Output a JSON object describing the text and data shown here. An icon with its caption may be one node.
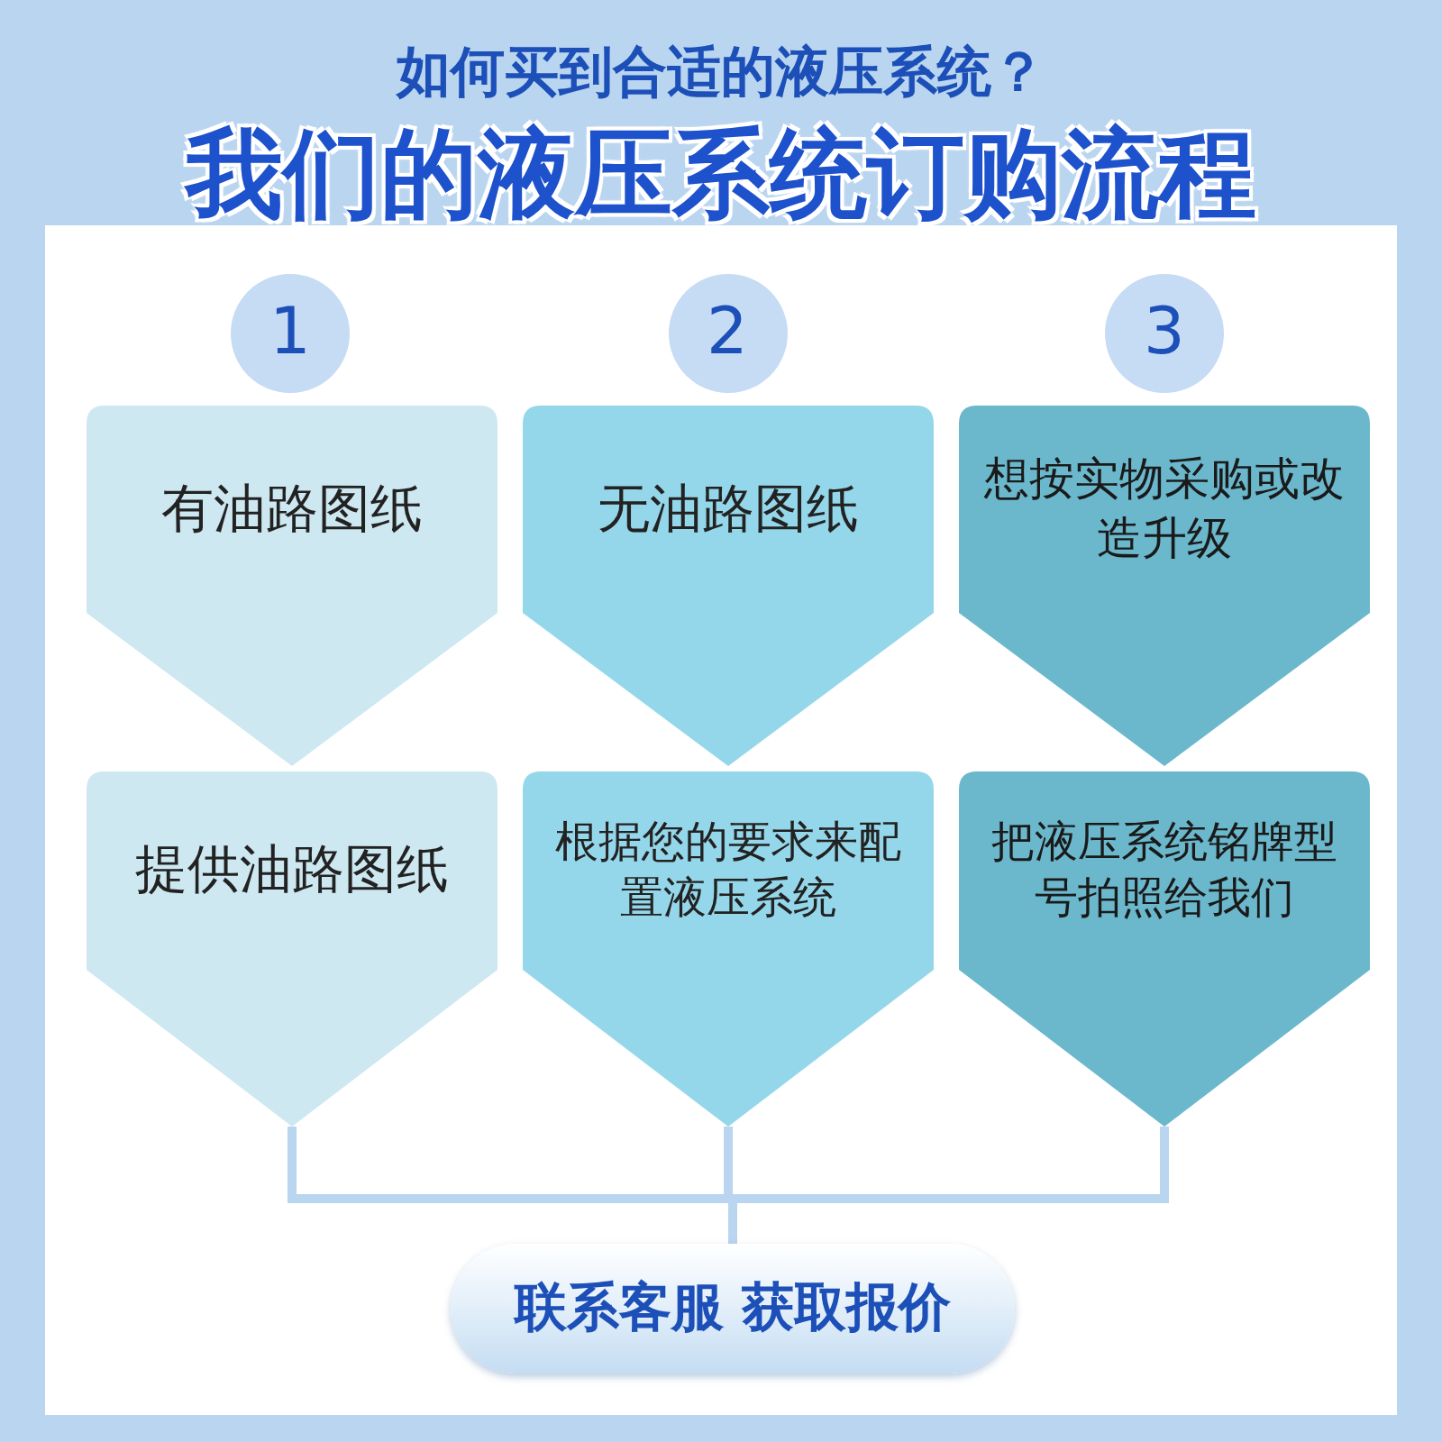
{
  "diagram": {
    "title": "我们的液压系统订购流程",
    "nodes": [
      {
        "text": [
          "1"
        ]
      },
      {
        "text": [
          "2"
        ]
      },
      {
        "text": [
          "3"
        ]
      },
      {
        "text": [
          "有油路图纸"
        ]
      },
      {
        "text": [
          "无油路图纸"
        ]
      },
      {
        "text": [
          "想按实物采购或改造升级"
        ]
      },
      {
        "text": [
          "提供油路图纸"
        ]
      },
      {
        "text": [
          "根据您的要求来配置液压系统"
        ]
      },
      {
        "text": [
          "把液压系统铭牌型号拍照给我们"
        ]
      },
      {
        "text": [
          "联系客服 获取报价"
        ]
      }
    ],
    "edges": [
      {
        "from": 6,
        "to": 9,
        "arrow": "none"
      },
      {
        "from": 7,
        "to": 9,
        "arrow": "none"
      },
      {
        "from": 8,
        "to": 9,
        "arrow": "none"
      }
    ],
    "labels": [
      "如何买到合适的液压系统？"
    ]
  }
}
